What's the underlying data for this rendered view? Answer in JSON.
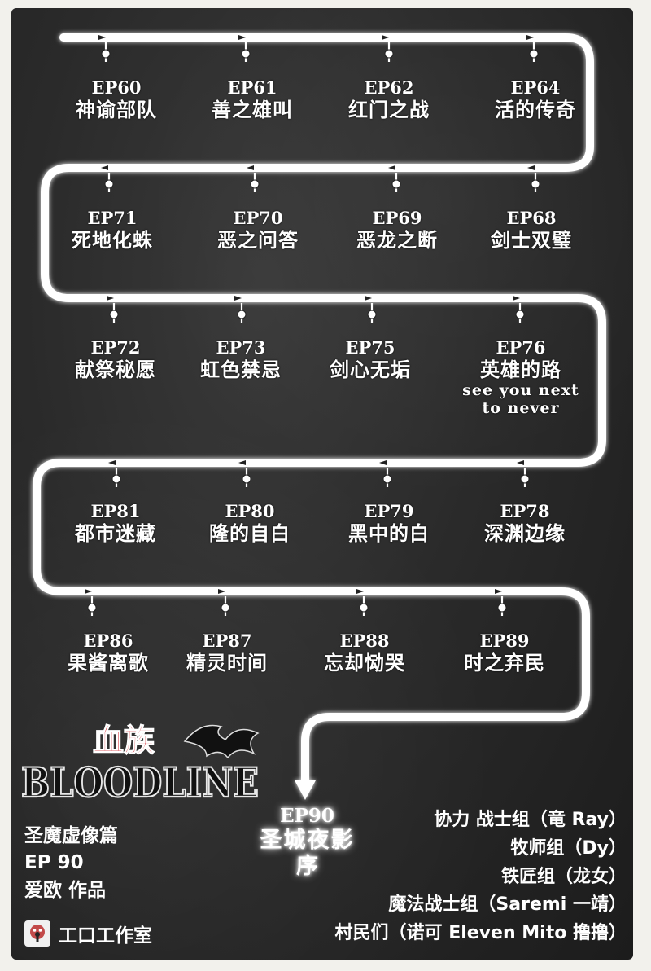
{
  "episodes": [
    {
      "code": "EP60",
      "title": "神谕部队"
    },
    {
      "code": "EP61",
      "title": "善之雄叫"
    },
    {
      "code": "EP62",
      "title": "红门之战"
    },
    {
      "code": "EP64",
      "title": "活的传奇"
    },
    {
      "code": "EP71",
      "title": "死地化蛛"
    },
    {
      "code": "EP70",
      "title": "恶之问答"
    },
    {
      "code": "EP69",
      "title": "恶龙之断"
    },
    {
      "code": "EP68",
      "title": "剑士双璧"
    },
    {
      "code": "EP72",
      "title": "献祭秘愿"
    },
    {
      "code": "EP73",
      "title": "虹色禁忌"
    },
    {
      "code": "EP75",
      "title": "剑心无垢"
    },
    {
      "code": "EP76",
      "title": "英雄的路",
      "sub1": "see you next",
      "sub2": "to never"
    },
    {
      "code": "EP81",
      "title": "都市迷藏"
    },
    {
      "code": "EP80",
      "title": "隆的自白"
    },
    {
      "code": "EP79",
      "title": "黑中的白"
    },
    {
      "code": "EP78",
      "title": "深渊边缘"
    },
    {
      "code": "EP86",
      "title": "果酱离歌"
    },
    {
      "code": "EP87",
      "title": "精灵时间"
    },
    {
      "code": "EP88",
      "title": "忘却恸哭"
    },
    {
      "code": "EP89",
      "title": "时之弃民"
    }
  ],
  "final": {
    "code": "EP90",
    "title1": "圣城夜影",
    "title2": "序"
  },
  "logo": {
    "cn": "血族",
    "en": "BLOODLINE"
  },
  "left_info": {
    "arc": "圣魔虚像篇",
    "episode": "EP 90",
    "author": "爱欧 作品"
  },
  "studio": {
    "name": "工口工作室"
  },
  "credits": [
    "协力 战士组（竜 Ray）",
    "牧师组（Dy）",
    "铁匠组（龙女）",
    "魔法战士组（Saremi 一靖）",
    "村民们（诺可 Eleven Mito 撸撸）"
  ],
  "colors": {
    "board": "#2a2a2a",
    "path": "#ffffff",
    "text": "#ffffff",
    "logo_red": "#d0141c"
  }
}
